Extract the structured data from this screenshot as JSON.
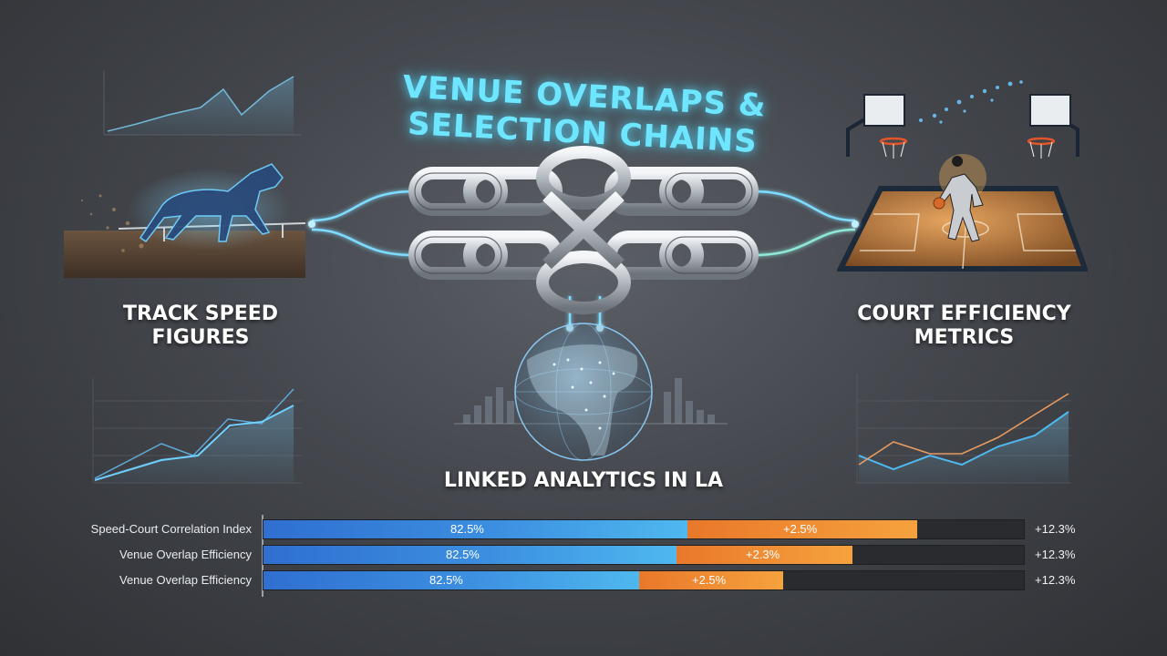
{
  "title": {
    "line1": "VENUE OVERLAPS &",
    "line2": "SELECTION CHAINS"
  },
  "left_label": {
    "line1": "TRACK SPEED",
    "line2": "FIGURES"
  },
  "right_label": {
    "line1": "COURT EFFICIENCY",
    "line2": "METRICS"
  },
  "center_label": "LINKED ANALYTICS IN LA",
  "colors": {
    "title_glow": "#6fe6ff",
    "blue_bar": "#3c8fe0",
    "orange_bar": "#f5a23e",
    "chart_line": "#57b8e8",
    "chart_orange": "#f0a060"
  },
  "bars": [
    {
      "label": "Speed-Court Correlation Index",
      "blue_value": "82.5%",
      "orange_value": "+2.5%",
      "delta": "+12.3%",
      "blue_pct": 0.558,
      "orange_pct": 0.302
    },
    {
      "label": "Venue Overlap Efficiency",
      "blue_value": "82.5%",
      "orange_value": "+2.3%",
      "delta": "+12.3%",
      "blue_pct": 0.544,
      "orange_pct": 0.231
    },
    {
      "label": "Venue Overlap Efficiency",
      "blue_value": "82.5%",
      "orange_value": "+2.5%",
      "delta": "+12.3%",
      "blue_pct": 0.495,
      "orange_pct": 0.191
    }
  ],
  "icons": [
    "horse-icon",
    "chain-icon",
    "globe-icon",
    "basketball-court-icon",
    "basketball-hoop-icon"
  ]
}
